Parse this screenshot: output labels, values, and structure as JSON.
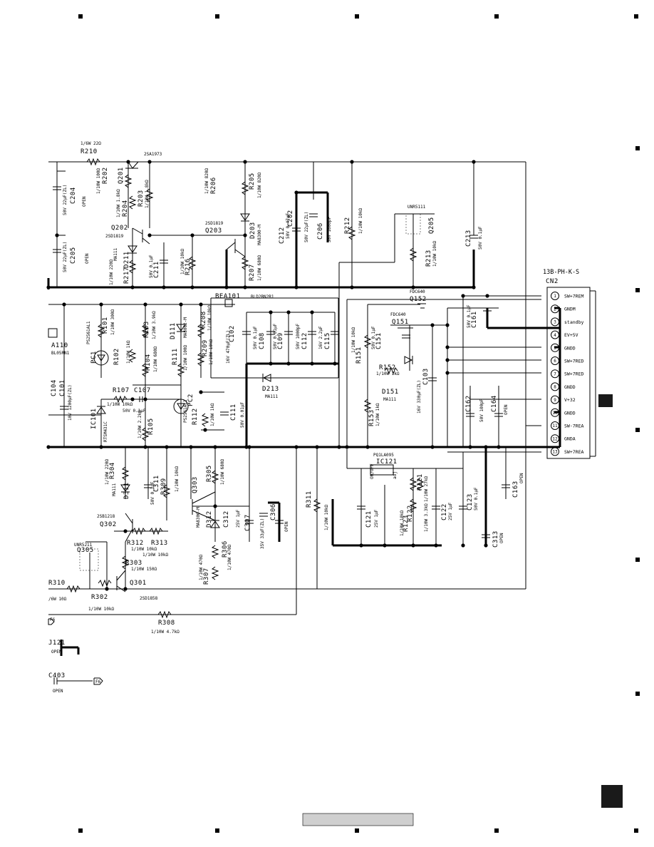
{
  "page": {
    "tab_letter": ""
  },
  "connector": {
    "part": "13B-PH-K-S",
    "ref": "CN2",
    "pins": [
      {
        "num": "1",
        "name": "SW+7REM"
      },
      {
        "num": "2",
        "name": "GNDM"
      },
      {
        "num": "3",
        "name": "standby"
      },
      {
        "num": "4",
        "name": "EV+5V"
      },
      {
        "num": "5",
        "name": "GNDD"
      },
      {
        "num": "6",
        "name": "SW+7RED"
      },
      {
        "num": "7",
        "name": "SW+7RED"
      },
      {
        "num": "8",
        "name": "GNDD"
      },
      {
        "num": "9",
        "name": "V+32"
      },
      {
        "num": "10",
        "name": "GNDD"
      },
      {
        "num": "11",
        "name": "SW-7REA"
      },
      {
        "num": "12",
        "name": "GNDA"
      },
      {
        "num": "13",
        "name": "SW+7REA"
      }
    ]
  },
  "labels": [
    {
      "id": "r210",
      "text": "R210",
      "cls": "ref"
    },
    {
      "id": "r210v",
      "text": "1/6W 22Ω",
      "cls": "sm"
    },
    {
      "id": "a1973",
      "text": "2SA1973",
      "cls": "sm"
    },
    {
      "id": "r202",
      "text": "R202",
      "cls": "ref"
    },
    {
      "id": "q201",
      "text": "Q201",
      "cls": "ref"
    },
    {
      "id": "r202v",
      "text": "1/10W 100Ω",
      "cls": "sm"
    },
    {
      "id": "c204",
      "text": "C204",
      "cls": "ref"
    },
    {
      "id": "c204v",
      "text": "50V 22µF(ZL)",
      "cls": "sm"
    },
    {
      "id": "c204o",
      "text": "OPEN",
      "cls": "sm"
    },
    {
      "id": "r204",
      "text": "R204",
      "cls": "ref"
    },
    {
      "id": "r203",
      "text": "R203",
      "cls": "ref"
    },
    {
      "id": "r204v",
      "text": "1/10W 1.8kΩ",
      "cls": "sm"
    },
    {
      "id": "r203v",
      "text": "1/10W 1.8kΩ",
      "cls": "sm"
    },
    {
      "id": "q202",
      "text": "Q202",
      "cls": "ref"
    },
    {
      "id": "d1819a",
      "text": "2SD1819",
      "cls": "sm"
    },
    {
      "id": "c205",
      "text": "C205",
      "cls": "ref"
    },
    {
      "id": "c205v",
      "text": "50V 22µF(ZL)",
      "cls": "sm"
    },
    {
      "id": "c205o",
      "text": "OPEN",
      "cls": "sm"
    },
    {
      "id": "ma111a",
      "text": "MA111",
      "cls": "sm"
    },
    {
      "id": "d211",
      "text": "D211",
      "cls": "ref"
    },
    {
      "id": "r217",
      "text": "R217",
      "cls": "ref"
    },
    {
      "id": "r217v",
      "text": "1/10W 220Ω",
      "cls": "sm"
    },
    {
      "id": "c211",
      "text": "C211",
      "cls": "ref"
    },
    {
      "id": "c211v",
      "text": "50V 0.1µF",
      "cls": "sm"
    },
    {
      "id": "r216",
      "text": "R216",
      "cls": "ref"
    },
    {
      "id": "r216v",
      "text": "1/10W 10kΩ",
      "cls": "sm"
    },
    {
      "id": "r206",
      "text": "R206",
      "cls": "ref"
    },
    {
      "id": "r206v",
      "text": "1/10W 820Ω",
      "cls": "sm"
    },
    {
      "id": "r205",
      "text": "R205",
      "cls": "ref"
    },
    {
      "id": "r205v",
      "text": "1/10W 820Ω",
      "cls": "sm"
    },
    {
      "id": "d1819b",
      "text": "2SD1819",
      "cls": "sm"
    },
    {
      "id": "q203",
      "text": "Q203",
      "cls": "ref"
    },
    {
      "id": "d203",
      "text": "D203",
      "cls": "ref"
    },
    {
      "id": "ma8300",
      "text": "MA8300-M",
      "cls": "sm"
    },
    {
      "id": "c212",
      "text": "C212",
      "cls": "ref"
    },
    {
      "id": "c212v",
      "text": "50V 0.47µF",
      "cls": "sm"
    },
    {
      "id": "c202",
      "text": "C202",
      "cls": "ref"
    },
    {
      "id": "c202v",
      "text": "50V 22µF(ZL)",
      "cls": "sm"
    },
    {
      "id": "c206",
      "text": "C206",
      "cls": "ref"
    },
    {
      "id": "c206v",
      "text": "50V 1000pF",
      "cls": "sm"
    },
    {
      "id": "r207",
      "text": "R207",
      "cls": "ref"
    },
    {
      "id": "r207v",
      "text": "1/10W 680Ω",
      "cls": "sm"
    },
    {
      "id": "r212",
      "text": "R212",
      "cls": "ref"
    },
    {
      "id": "r212v",
      "text": "1/10W 10kΩ",
      "cls": "sm"
    },
    {
      "id": "unr5111",
      "text": "UNR5111",
      "cls": "sm"
    },
    {
      "id": "q205",
      "text": "Q205",
      "cls": "ref"
    },
    {
      "id": "r213",
      "text": "R213",
      "cls": "ref"
    },
    {
      "id": "r213v",
      "text": "1/10W 10kΩ",
      "cls": "sm"
    },
    {
      "id": "c213",
      "text": "C213",
      "cls": "ref"
    },
    {
      "id": "c213v",
      "text": "50V 0.1µF",
      "cls": "sm"
    },
    {
      "id": "bea101",
      "text": "BEA101",
      "cls": "ref"
    },
    {
      "id": "bld02",
      "text": "BLD2RN2R1",
      "cls": "sm"
    },
    {
      "id": "fdc640",
      "text": "FDC640",
      "cls": "sm"
    },
    {
      "id": "q152",
      "text": "Q152",
      "cls": "ref"
    },
    {
      "id": "fdc640b",
      "text": "FDC640",
      "cls": "sm"
    },
    {
      "id": "q151",
      "text": "Q151",
      "cls": "ref"
    },
    {
      "id": "c161",
      "text": "C161",
      "cls": "ref"
    },
    {
      "id": "c161v",
      "text": "50V 0.1µF",
      "cls": "sm"
    },
    {
      "id": "a110",
      "text": "A110",
      "cls": "ref"
    },
    {
      "id": "blo1",
      "text": "BL05RN1",
      "cls": "sm"
    },
    {
      "id": "r101",
      "text": "R101",
      "cls": "ref"
    },
    {
      "id": "r101v",
      "text": "1/10W 300Ω",
      "cls": "sm"
    },
    {
      "id": "pc1",
      "text": "PC1",
      "cls": "ref"
    },
    {
      "id": "ps2561",
      "text": "PS2561AL1",
      "cls": "sm"
    },
    {
      "id": "r102",
      "text": "R102",
      "cls": "ref"
    },
    {
      "id": "r102v",
      "text": "1/10W 1kΩ",
      "cls": "sm"
    },
    {
      "id": "r103",
      "text": "R103",
      "cls": "ref"
    },
    {
      "id": "r103v",
      "text": "1/10W 3.9kΩ",
      "cls": "sm"
    },
    {
      "id": "d111",
      "text": "D111",
      "cls": "ref"
    },
    {
      "id": "ma8062",
      "text": "MA8062-M",
      "cls": "sm"
    },
    {
      "id": "r208",
      "text": "R208",
      "cls": "ref"
    },
    {
      "id": "r208v",
      "text": "1/10W 10kΩ",
      "cls": "sm"
    },
    {
      "id": "r209",
      "text": "R209",
      "cls": "ref"
    },
    {
      "id": "r209v",
      "text": "1/10W 10kΩ",
      "cls": "sm"
    },
    {
      "id": "c102",
      "text": "C102",
      "cls": "ref"
    },
    {
      "id": "c102v",
      "text": "16V 470µF(ZL)",
      "cls": "sm"
    },
    {
      "id": "c108",
      "text": "C108",
      "cls": "ref"
    },
    {
      "id": "c108v",
      "text": "50V 0.1µF",
      "cls": "sm"
    },
    {
      "id": "c109",
      "text": "C109",
      "cls": "ref"
    },
    {
      "id": "c109v",
      "text": "50V 0.01µF",
      "cls": "sm"
    },
    {
      "id": "c112",
      "text": "C112",
      "cls": "ref"
    },
    {
      "id": "c112v",
      "text": "50V 1000pF",
      "cls": "sm"
    },
    {
      "id": "c115",
      "text": "C115",
      "cls": "ref"
    },
    {
      "id": "c115v",
      "text": "16V 2.2µF",
      "cls": "sm"
    },
    {
      "id": "r151",
      "text": "R151",
      "cls": "ref"
    },
    {
      "id": "r151v",
      "text": "1/10W 10kΩ",
      "cls": "sm"
    },
    {
      "id": "c151",
      "text": "C151",
      "cls": "ref"
    },
    {
      "id": "c151v",
      "text": "50V 0.1µF",
      "cls": "sm"
    },
    {
      "id": "r152",
      "text": "R152",
      "cls": "ref"
    },
    {
      "id": "r152v",
      "text": "1/10W 1kΩ",
      "cls": "sm"
    },
    {
      "id": "d151",
      "text": "D151",
      "cls": "ref"
    },
    {
      "id": "ma111b",
      "text": "MA111",
      "cls": "sm"
    },
    {
      "id": "r153",
      "text": "R153",
      "cls": "ref"
    },
    {
      "id": "r153v",
      "text": "1/10W 1kΩ",
      "cls": "sm"
    },
    {
      "id": "c103",
      "text": "C103",
      "cls": "ref"
    },
    {
      "id": "c103v",
      "text": "16V 330µF(ZL)",
      "cls": "sm"
    },
    {
      "id": "r104",
      "text": "R104",
      "cls": "ref"
    },
    {
      "id": "r104v",
      "text": "1/10W 680Ω",
      "cls": "sm"
    },
    {
      "id": "r111",
      "text": "R111",
      "cls": "ref"
    },
    {
      "id": "r111v",
      "text": "1/10W 100Ω",
      "cls": "sm"
    },
    {
      "id": "d213",
      "text": "D213",
      "cls": "ref"
    },
    {
      "id": "ma111c",
      "text": "MA111",
      "cls": "sm"
    },
    {
      "id": "c104",
      "text": "C104",
      "cls": "ref"
    },
    {
      "id": "c101",
      "text": "C101",
      "cls": "ref"
    },
    {
      "id": "c101v",
      "text": "10V 1200µF(ZL)",
      "cls": "sm"
    },
    {
      "id": "r107",
      "text": "R107",
      "cls": "ref"
    },
    {
      "id": "c107",
      "text": "C107",
      "cls": "ref"
    },
    {
      "id": "r107v",
      "text": "1/10W 10kΩ",
      "cls": "sm"
    },
    {
      "id": "c107v",
      "text": "50V 0.1µF",
      "cls": "sm"
    },
    {
      "id": "ic101",
      "text": "IC101",
      "cls": "ref"
    },
    {
      "id": "rtsm",
      "text": "RTSM431C",
      "cls": "sm"
    },
    {
      "id": "r105",
      "text": "R105",
      "cls": "ref"
    },
    {
      "id": "r105v",
      "text": "1/10W 2.2kΩ",
      "cls": "sm"
    },
    {
      "id": "pc2",
      "text": "PC2",
      "cls": "ref"
    },
    {
      "id": "ps2561b",
      "text": "PS2561AL1",
      "cls": "sm"
    },
    {
      "id": "r112",
      "text": "R112",
      "cls": "ref"
    },
    {
      "id": "r112v",
      "text": "1/10W 1kΩ",
      "cls": "sm"
    },
    {
      "id": "c111",
      "text": "C111",
      "cls": "ref"
    },
    {
      "id": "c111v",
      "text": "50V 0.01µF",
      "cls": "sm"
    },
    {
      "id": "c162",
      "text": "C162",
      "cls": "ref"
    },
    {
      "id": "c162v",
      "text": "50V 100pF",
      "cls": "sm"
    },
    {
      "id": "c164",
      "text": "C164",
      "cls": "ref"
    },
    {
      "id": "c164o",
      "text": "OPEN",
      "cls": "sm"
    },
    {
      "id": "pq1",
      "text": "PQ1LA095",
      "cls": "sm"
    },
    {
      "id": "ic121",
      "text": "IC121",
      "cls": "ref"
    },
    {
      "id": "onoff",
      "text": "ON/OFF",
      "cls": "sm"
    },
    {
      "id": "adj",
      "text": "adj",
      "cls": "sm"
    },
    {
      "id": "r121",
      "text": "R121",
      "cls": "ref"
    },
    {
      "id": "r121v",
      "text": "1/10W 27kΩ",
      "cls": "sm"
    },
    {
      "id": "r122",
      "text": "R122",
      "cls": "ref"
    },
    {
      "id": "r122v",
      "text": "1/10W 3.3kΩ",
      "cls": "sm"
    },
    {
      "id": "r123",
      "text": "R123",
      "cls": "ref"
    },
    {
      "id": "r123v",
      "text": "1/10W 10kΩ",
      "cls": "sm"
    },
    {
      "id": "c121",
      "text": "C121",
      "cls": "ref"
    },
    {
      "id": "c121v",
      "text": "25V 1µF",
      "cls": "sm"
    },
    {
      "id": "c122",
      "text": "C122",
      "cls": "ref"
    },
    {
      "id": "c122v",
      "text": "25V 1µF",
      "cls": "sm"
    },
    {
      "id": "c123",
      "text": "C123",
      "cls": "ref"
    },
    {
      "id": "c123v",
      "text": "50V 0.1µF",
      "cls": "sm"
    },
    {
      "id": "c163",
      "text": "C163",
      "cls": "ref"
    },
    {
      "id": "c163o",
      "text": "OPEN",
      "cls": "sm"
    },
    {
      "id": "c313",
      "text": "C313",
      "cls": "ref"
    },
    {
      "id": "c313o",
      "text": "OPEN",
      "cls": "sm"
    },
    {
      "id": "r311",
      "text": "R311",
      "cls": "ref"
    },
    {
      "id": "r311v",
      "text": "1/10W 10kΩ",
      "cls": "sm"
    },
    {
      "id": "r304",
      "text": "R304",
      "cls": "ref"
    },
    {
      "id": "r304v",
      "text": "1/10W 220Ω",
      "cls": "sm"
    },
    {
      "id": "ma111d",
      "text": "MA111",
      "cls": "sm"
    },
    {
      "id": "d311",
      "text": "D311",
      "cls": "ref"
    },
    {
      "id": "c311",
      "text": "C311",
      "cls": "ref"
    },
    {
      "id": "c311v",
      "text": "50V 0.1µF",
      "cls": "sm"
    },
    {
      "id": "r309",
      "text": "R309",
      "cls": "ref"
    },
    {
      "id": "r309v",
      "text": "1/10W 10kΩ",
      "cls": "sm"
    },
    {
      "id": "q303",
      "text": "Q303",
      "cls": "ref"
    },
    {
      "id": "r305",
      "text": "R305",
      "cls": "ref"
    },
    {
      "id": "r305v",
      "text": "1/10W 680Ω",
      "cls": "sm"
    },
    {
      "id": "ma8300b",
      "text": "MA8300-M",
      "cls": "sm"
    },
    {
      "id": "d312",
      "text": "D312",
      "cls": "ref"
    },
    {
      "id": "c312",
      "text": "C312",
      "cls": "ref"
    },
    {
      "id": "c312v",
      "text": "25V 1µF",
      "cls": "sm"
    },
    {
      "id": "c307",
      "text": "C307",
      "cls": "ref"
    },
    {
      "id": "c307v",
      "text": "35V 33µF(ZL)",
      "cls": "sm"
    },
    {
      "id": "c306",
      "text": "C306",
      "cls": "ref"
    },
    {
      "id": "c306o",
      "text": "OPEN",
      "cls": "sm"
    },
    {
      "id": "b1218",
      "text": "2SB1218",
      "cls": "sm"
    },
    {
      "id": "q302",
      "text": "Q302",
      "cls": "ref"
    },
    {
      "id": "r312",
      "text": "R312",
      "cls": "ref"
    },
    {
      "id": "r313",
      "text": "R313",
      "cls": "ref"
    },
    {
      "id": "r312v",
      "text": "1/10W 10kΩ",
      "cls": "sm"
    },
    {
      "id": "r313v",
      "text": "1/10W 10kΩ",
      "cls": "sm"
    },
    {
      "id": "unr5211",
      "text": "UNR5211",
      "cls": "sm"
    },
    {
      "id": "q305",
      "text": "Q305",
      "cls": "ref"
    },
    {
      "id": "r303",
      "text": "R303",
      "cls": "ref"
    },
    {
      "id": "r303v",
      "text": "1/10W 150Ω",
      "cls": "sm"
    },
    {
      "id": "r306",
      "text": "R306",
      "cls": "ref"
    },
    {
      "id": "r306v",
      "text": "1/10W 470Ω",
      "cls": "sm"
    },
    {
      "id": "r307",
      "text": "R307",
      "cls": "ref"
    },
    {
      "id": "r307v",
      "text": "1/10W 470Ω",
      "cls": "sm"
    },
    {
      "id": "r310",
      "text": "R310",
      "cls": "ref"
    },
    {
      "id": "r310v",
      "text": "/6W 10Ω",
      "cls": "sm"
    },
    {
      "id": "q301",
      "text": "Q301",
      "cls": "ref"
    },
    {
      "id": "r302",
      "text": "R302",
      "cls": "ref"
    },
    {
      "id": "d1858",
      "text": "2SD1858",
      "cls": "sm"
    },
    {
      "id": "r302v",
      "text": "1/10W 10kΩ",
      "cls": "sm"
    },
    {
      "id": "r308",
      "text": "R308",
      "cls": "ref"
    },
    {
      "id": "r308v",
      "text": "1/10W 4.7kΩ",
      "cls": "sm"
    },
    {
      "id": "j121",
      "text": "J121",
      "cls": "ref"
    },
    {
      "id": "j121o",
      "text": "OPEN",
      "cls": "sm"
    },
    {
      "id": "c403",
      "text": "C403",
      "cls": "ref"
    },
    {
      "id": "c403o",
      "text": "OPEN",
      "cls": "sm"
    },
    {
      "id": "f6a",
      "text": "F6",
      "cls": "sm"
    },
    {
      "id": "f6b",
      "text": "F6",
      "cls": "sm"
    }
  ]
}
